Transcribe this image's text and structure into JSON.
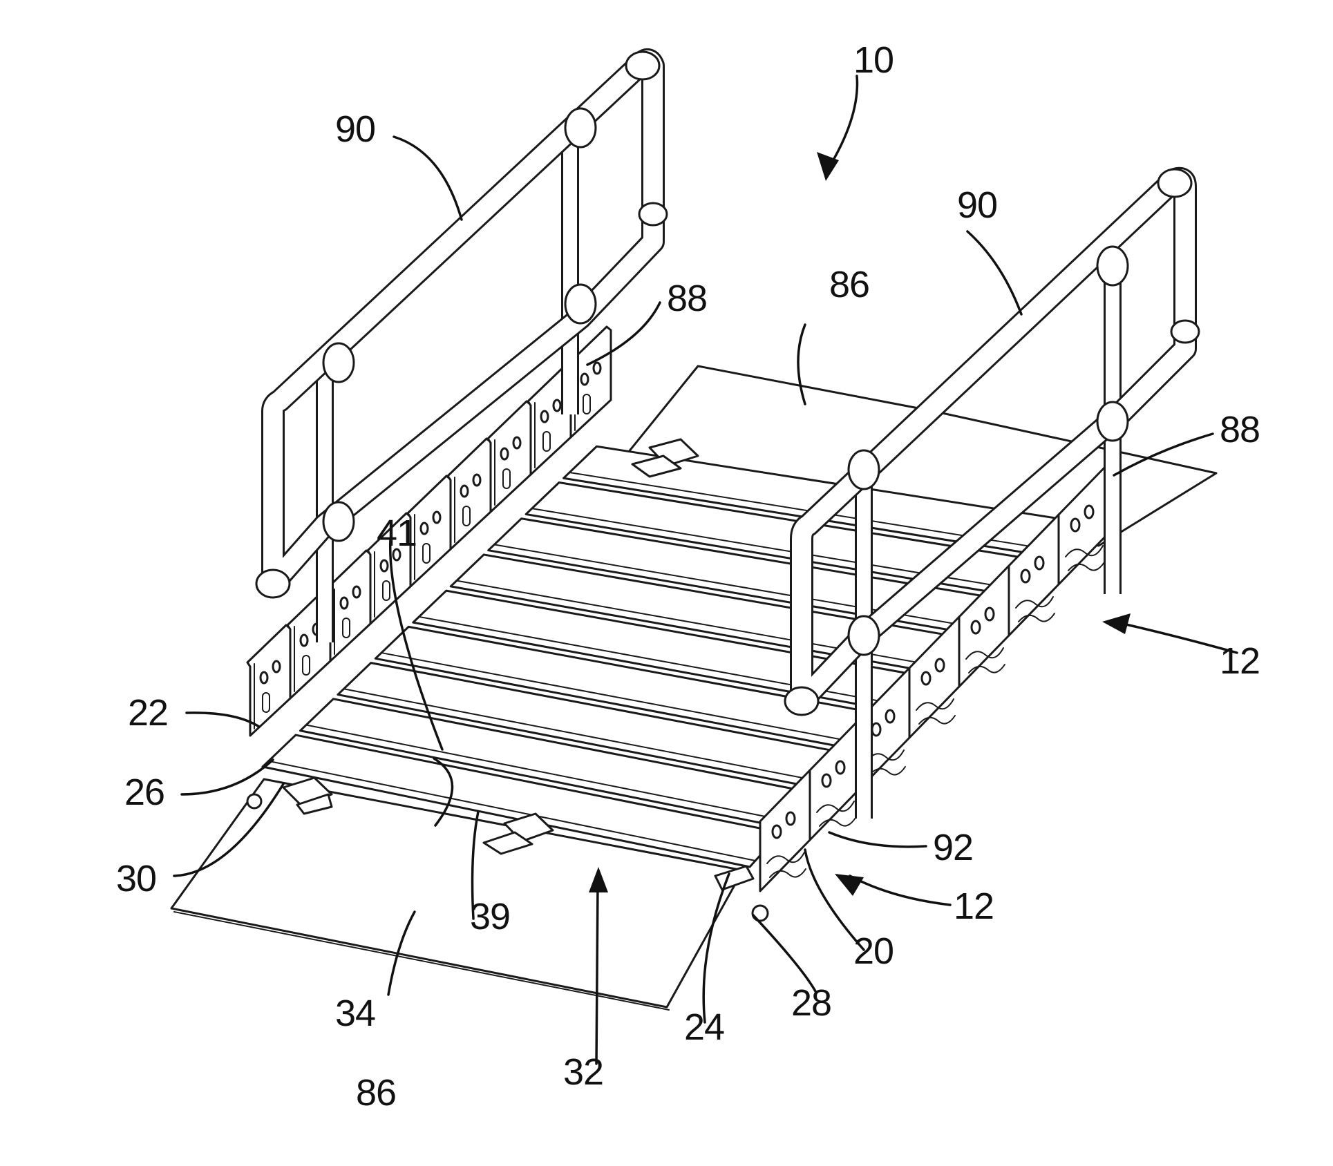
{
  "labels": {
    "assembly": "10",
    "handrail_left": "90",
    "handrail_right": "90",
    "post_left": "88",
    "post_right": "88",
    "ramp_back": "86",
    "ramp_front": "86",
    "module_right": "12",
    "module_front": "12",
    "side_rail": "22",
    "rail_hole": "26",
    "rail_flange": "30",
    "tread": "34",
    "tread_gap": "39",
    "tread_edge": "41",
    "deck": "32",
    "rail_right": "24",
    "pin": "28",
    "connector": "20",
    "clamp": "92"
  }
}
